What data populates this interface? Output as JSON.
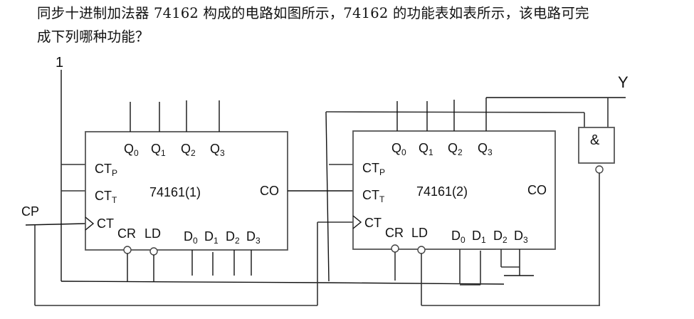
{
  "question": {
    "line1": "同步十进制加法器 74162 构成的电路如图所示，74162 的功能表如表所示，该电路可完",
    "line2": "成下列哪种功能？"
  },
  "diagram": {
    "supply_label": "1",
    "clock_label": "CP",
    "output_label": "Y",
    "gate_symbol": "&",
    "chips": [
      {
        "name": "74161(1)",
        "outputs": [
          "Q",
          "Q",
          "Q",
          "Q"
        ],
        "output_subs": [
          "0",
          "1",
          "2",
          "3"
        ],
        "ctp": "CT",
        "ctp_sub": "P",
        "ctt": "CT",
        "ctt_sub": "T",
        "clk": "CT",
        "cr": "CR",
        "ld": "LD",
        "co": "CO",
        "inputs": [
          "D",
          "D",
          "D",
          "D"
        ],
        "input_subs": [
          "0",
          "1",
          "2",
          "3"
        ]
      },
      {
        "name": "74161(2)",
        "outputs": [
          "Q",
          "Q",
          "Q",
          "Q"
        ],
        "output_subs": [
          "0",
          "1",
          "2",
          "3"
        ],
        "ctp": "CT",
        "ctp_sub": "P",
        "ctt": "CT",
        "ctt_sub": "T",
        "clk": "CT",
        "cr": "CR",
        "ld": "LD",
        "co": "CO",
        "inputs": [
          "D",
          "D",
          "D",
          "D"
        ],
        "input_subs": [
          "0",
          "1",
          "2",
          "3"
        ]
      }
    ]
  }
}
